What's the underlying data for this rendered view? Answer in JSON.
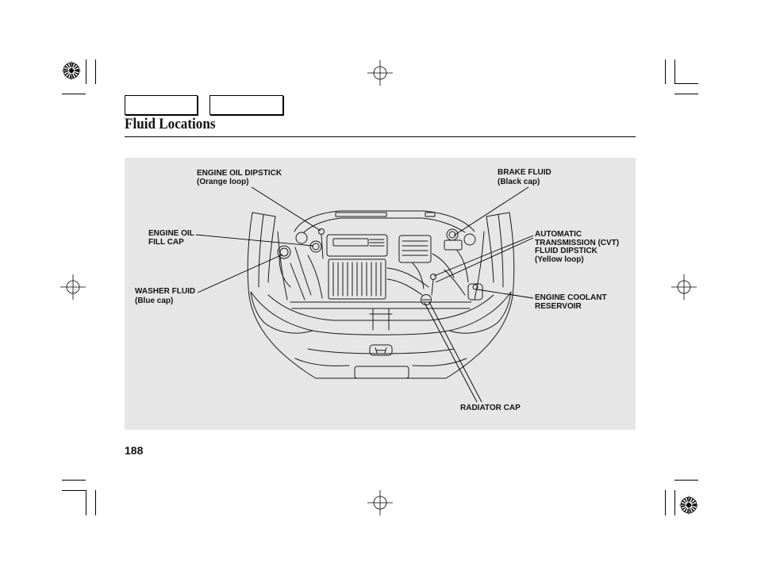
{
  "page": {
    "title": "Fluid Locations",
    "page_number": "188"
  },
  "callouts": {
    "engine_oil_dipstick": [
      "ENGINE OIL DIPSTICK",
      "(Orange loop)"
    ],
    "brake_fluid": [
      "BRAKE FLUID",
      "(Black cap)"
    ],
    "engine_oil_fill_cap": [
      "ENGINE OIL",
      "FILL CAP"
    ],
    "transmission_fluid_dipstick": [
      "AUTOMATIC",
      "TRANSMISSION (CVT)",
      "FLUID DIPSTICK",
      "(Yellow loop)"
    ],
    "washer_fluid": [
      "WASHER FLUID",
      "(Blue cap)"
    ],
    "engine_coolant_reservoir": [
      "ENGINE COOLANT",
      "RESERVOIR"
    ],
    "radiator_cap": [
      "RADIATOR CAP"
    ]
  },
  "colors": {
    "panel_background": "#e6e6e6",
    "ink": "#111111"
  }
}
